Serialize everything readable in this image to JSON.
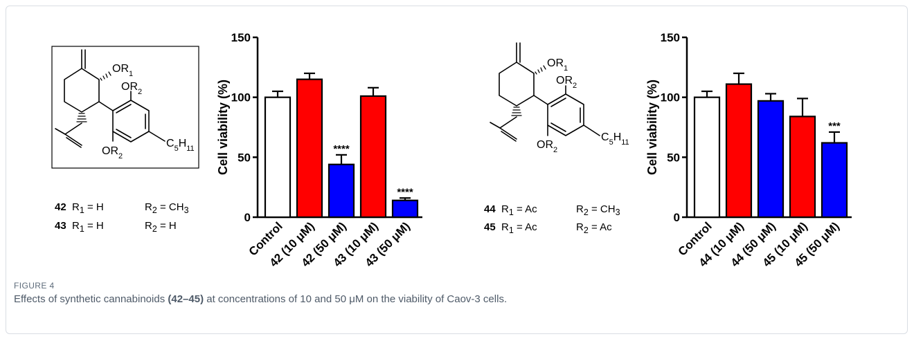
{
  "figure": {
    "label": "FIGURE 4",
    "caption_prefix": "Effects of synthetic cannabinoids ",
    "caption_bold": "(42–45)",
    "caption_suffix": " at concentrations of 10 and 50 μM on the viability of Caov-3 cells."
  },
  "structures": [
    {
      "atoms": {
        "or1": "OR",
        "or1_sub": "1",
        "or2a": "OR",
        "or2a_sub": "2",
        "or2b": "OR",
        "or2b_sub": "2",
        "c5": "C",
        "c5_sub1": "5",
        "h": "H",
        "c5_sub2": "11"
      },
      "compounds": [
        {
          "num": "42",
          "r1": "R",
          "r1_sub": "1",
          "r1_val": " = H",
          "r2": "R",
          "r2_sub": "2",
          "r2_val": " = CH",
          "r2_val_sub": "3"
        },
        {
          "num": "43",
          "r1": "R",
          "r1_sub": "1",
          "r1_val": " = H",
          "r2": "R",
          "r2_sub": "2",
          "r2_val": " = H",
          "r2_val_sub": ""
        }
      ]
    },
    {
      "atoms": {
        "or1": "OR",
        "or1_sub": "1",
        "or2a": "OR",
        "or2a_sub": "2",
        "or2b": "OR",
        "or2b_sub": "2",
        "c5": "C",
        "c5_sub1": "5",
        "h": "H",
        "c5_sub2": "11"
      },
      "compounds": [
        {
          "num": "44",
          "r1": "R",
          "r1_sub": "1",
          "r1_val": " = Ac",
          "r2": "R",
          "r2_sub": "2",
          "r2_val": " = CH",
          "r2_val_sub": "3"
        },
        {
          "num": "45",
          "r1": "R",
          "r1_sub": "1",
          "r1_val": " = Ac",
          "r2": "R",
          "r2_sub": "2",
          "r2_val": " = Ac",
          "r2_val_sub": ""
        }
      ]
    }
  ],
  "chart_data": [
    {
      "type": "bar",
      "ylabel": "Cell viability (%)",
      "ylim": [
        0,
        150
      ],
      "yticks": [
        0,
        50,
        100,
        150
      ],
      "categories": [
        "Control",
        "42 (10 μM)",
        "42 (50 μM)",
        "43 (10 μM)",
        "43 (50 μM)"
      ],
      "values": [
        100,
        115,
        44,
        101,
        14
      ],
      "errors": [
        5,
        5,
        8,
        7,
        2
      ],
      "significance": [
        "",
        "",
        "****",
        "",
        "****"
      ],
      "colors": [
        "#ffffff",
        "#ff0000",
        "#0000ff",
        "#ff0000",
        "#0000ff"
      ],
      "grid": false
    },
    {
      "type": "bar",
      "ylabel": "Cell viability (%)",
      "ylim": [
        0,
        150
      ],
      "yticks": [
        0,
        50,
        100,
        150
      ],
      "categories": [
        "Control",
        "44 (10 μM)",
        "44 (50 μM)",
        "45 (10 μM)",
        "45 (50 μM)"
      ],
      "values": [
        100,
        111,
        97,
        84,
        62
      ],
      "errors": [
        5,
        9,
        6,
        15,
        9
      ],
      "significance": [
        "",
        "",
        "",
        "",
        "***"
      ],
      "colors": [
        "#ffffff",
        "#ff0000",
        "#0000ff",
        "#ff0000",
        "#0000ff"
      ],
      "grid": false
    }
  ]
}
